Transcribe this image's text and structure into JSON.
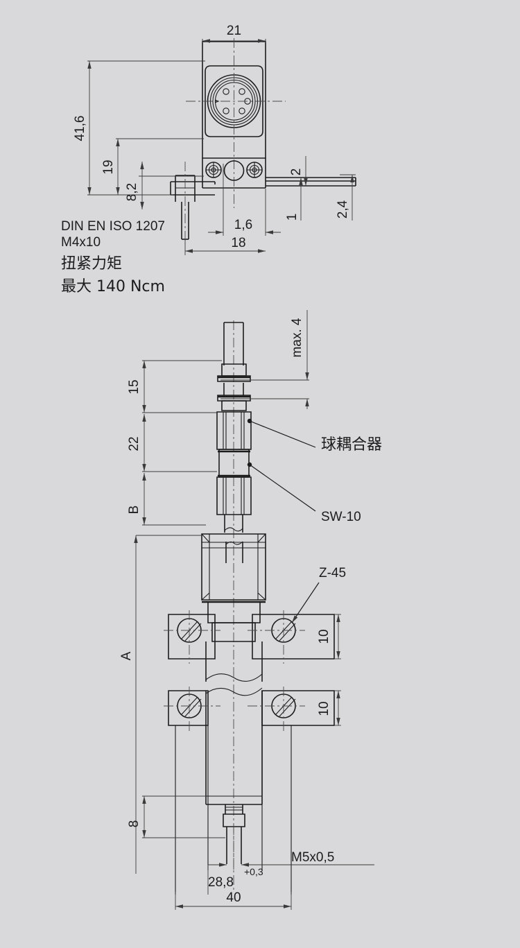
{
  "document": {
    "type": "engineering-dimension-drawing",
    "background_color": "#d9d9db",
    "line_color": "#1c1c1c",
    "dimension_line_color": "#3a3a3a"
  },
  "views": {
    "top_view": {
      "name": "connector-plug-view",
      "dimensions": {
        "width_21": "21",
        "height_41_6": "41,6",
        "height_19": "19",
        "height_8_2": "8,2",
        "offset_2": "2",
        "offset_1": "1",
        "offset_2_4": "2,4",
        "offset_1_6": "1,6",
        "length_18": "18"
      },
      "notes": {
        "standard_line1": "DIN EN ISO 1207",
        "standard_line2": "M4x10",
        "torque_label": "扭紧力矩",
        "torque_value": "最大 140 Ncm"
      },
      "connector": {
        "name": "m12-5-pin-connector",
        "pin_count": 5
      }
    },
    "bottom_view": {
      "name": "sensor-assembly-view",
      "dimensions": {
        "max_4": "max. 4",
        "height_15": "15",
        "height_22": "22",
        "label_B": "B",
        "label_A": "A",
        "bracket_10_upper": "10",
        "bracket_10_lower": "10",
        "height_8": "8",
        "width_28_8": "28,8",
        "tolerance_28_8": "+0,3",
        "width_40": "40"
      },
      "callouts": {
        "ball_coupler": "球耦合器",
        "wrench_size": "SW-10",
        "clamp_type": "Z-45",
        "thread_spec": "M5x0,5"
      }
    }
  }
}
